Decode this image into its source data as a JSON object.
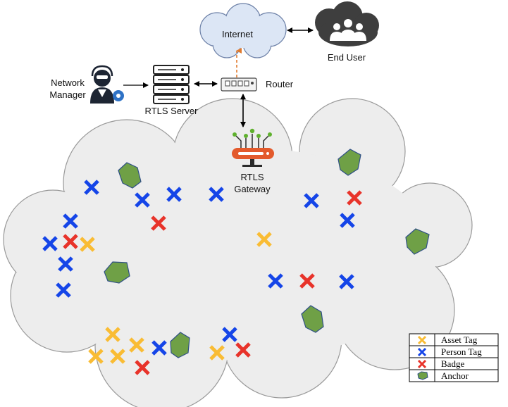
{
  "labels": {
    "internet": "Internet",
    "end_user": "End User",
    "network_manager_line1": "Network",
    "network_manager_line2": "Manager",
    "rtls_server": "RTLS Server",
    "router": "Router",
    "gateway_line1": "RTLS",
    "gateway_line2": "Gateway"
  },
  "legend": {
    "asset_tag": "Asset Tag",
    "person_tag": "Person Tag",
    "badge": "Badge",
    "anchor": "Anchor"
  },
  "colors": {
    "asset_tag": "#F9BC34",
    "person_tag": "#1545E8",
    "badge": "#E8332A",
    "anchor": "#6FA046",
    "cloud_fill": "#EDEDED",
    "internet_cloud": "#DCE6F5",
    "end_user_cloud": "#3E3E3E"
  },
  "icons": {
    "network_manager": "headset-operator-icon",
    "server": "server-rack-icon",
    "router": "router-icon",
    "gateway": "gateway-antenna-icon",
    "end_user": "user-group-cloud-icon"
  }
}
